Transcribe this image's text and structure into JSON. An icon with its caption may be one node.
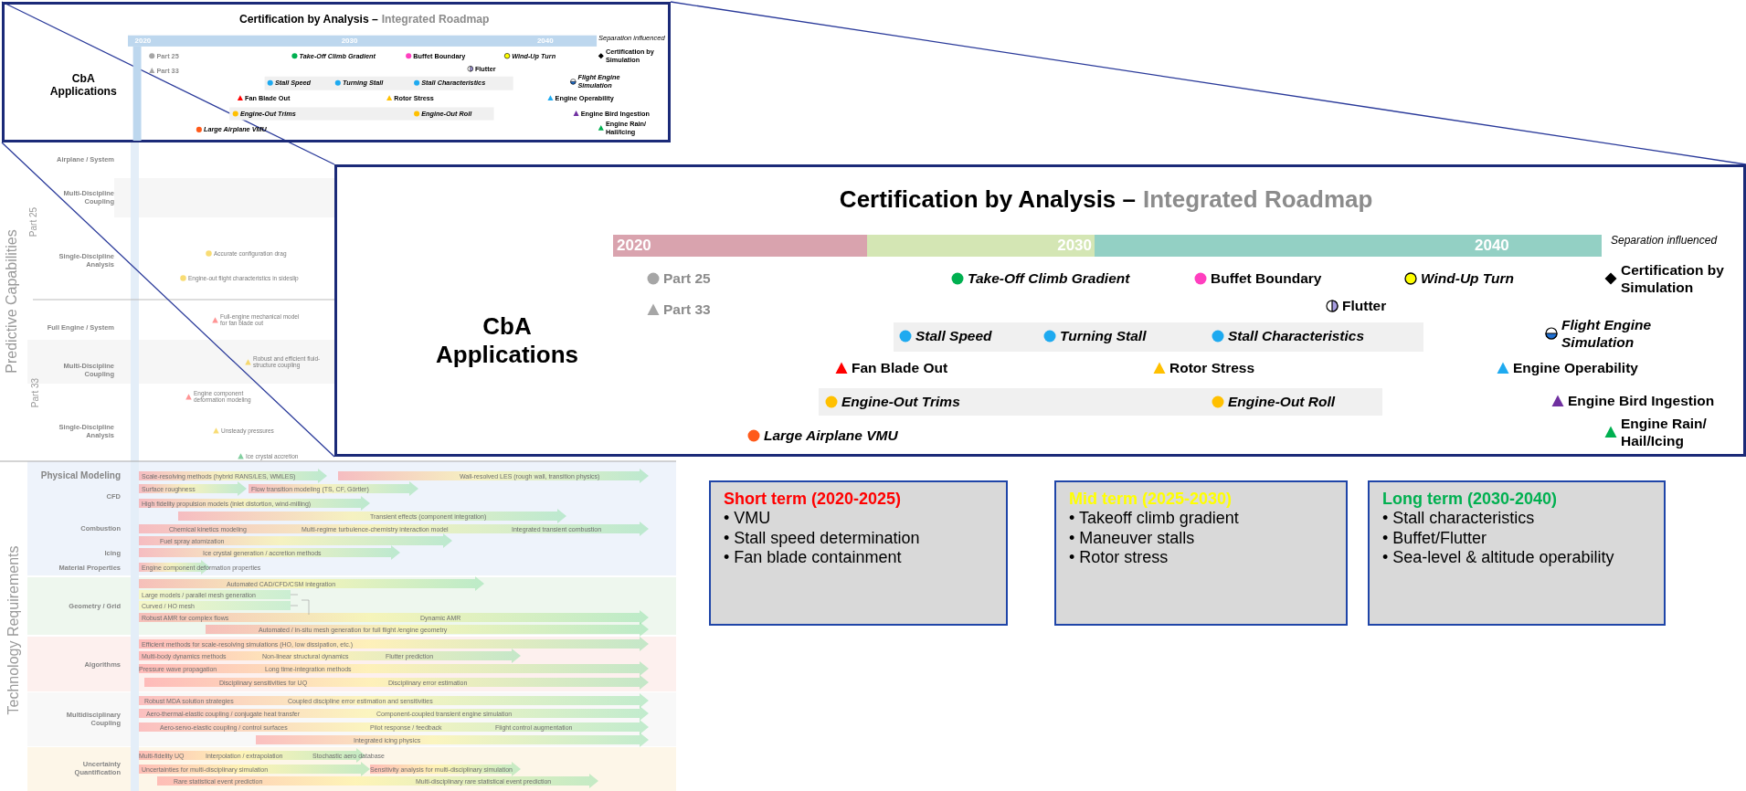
{
  "diagram": {
    "nodes": [
      {
        "text": [
          "Certification by Analysis –",
          "Integrated Roadmap",
          "2020",
          "2030",
          "2040",
          "Separation influenced",
          "CbA Applications",
          "Part 25",
          "Part 33",
          "Take-Off Climb Gradient",
          "Buffet Boundary",
          "Wind-Up Turn",
          "Certification by Simulation",
          "Flutter",
          "Stall Speed",
          "Turning Stall",
          "Stall Characteristics",
          "Flight Engine Simulation",
          "Fan Blade Out",
          "Rotor Stress",
          "Engine Operability",
          "Engine-Out Trims",
          "Engine-Out Roll",
          "Engine Bird Ingestion",
          "Large Airplane VMU",
          "Engine Rain/ Hail/Icing"
        ]
      },
      {
        "text": [
          "Certification by Analysis –",
          "Integrated Roadmap",
          "2020",
          "2030",
          "2040",
          "Separation influenced",
          "CbA Applications",
          "Part 25",
          "Part 33",
          "Take-Off Climb Gradient",
          "Buffet Boundary",
          "Wind-Up Turn",
          "Certification by Simulation",
          "Flutter",
          "Stall Speed",
          "Turning Stall",
          "Stall Characteristics",
          "Flight Engine Simulation",
          "Fan Blade Out",
          "Rotor Stress",
          "Engine Operability",
          "Engine-Out Trims",
          "Engine-Out Roll",
          "Engine Bird Ingestion",
          "Large Airplane VMU",
          "Engine Rain/ Hail/Icing"
        ]
      },
      {
        "text": [
          "Short term (2020-2025)",
          "• VMU",
          "• Stall speed determination",
          "• Fan blade containment"
        ]
      },
      {
        "text": [
          "Mid term (2025-2030)",
          "• Takeoff climb gradient",
          "• Maneuver stalls",
          "• Rotor stress"
        ]
      },
      {
        "text": [
          "Long term (2030-2040)",
          "• Stall characteristics",
          "• Buffet/Flutter",
          "• Sea-level & altitude operability"
        ]
      }
    ],
    "edges": [
      {
        "from": 0,
        "to": 1,
        "arrow": "none"
      },
      {
        "from": 0,
        "to": 1,
        "arrow": "none"
      },
      {
        "from": 0,
        "to": 1,
        "arrow": "none"
      }
    ],
    "labels": [
      "Predictive Capabilities",
      "Part 25",
      "Part 33",
      "Airplane / System",
      "Multi-Discipline Coupling",
      "Single-Discipline Analysis",
      "Accurate configuration drag",
      "Engine-out flight characteristics in sideslip",
      "Full Engine / System",
      "Full-engine mechanical model for fan blade out",
      "Multi-Discipline Coupling",
      "Robust and efficient fluid-structure coupling",
      "Engine component deformation modeling",
      "Single-Discipline Analysis",
      "Unsteady pressures",
      "Ice crystal accretion",
      "Technology Requirements",
      "Physical Modeling",
      "Scale-resolving methods (hybrid RANS/LES, WMLES)",
      "Wall-resolved LES (rough wall, transition physics)",
      "CFD",
      "Surface roughness",
      "Flow transition modeling (TS, CF, Görtler)",
      "High fidelity propulsion models (inlet distortion, wind-milling)",
      "Transient effects (component integration)",
      "Combustion",
      "Chemical kinetics modeling",
      "Multi-regime turbulence-chemistry interaction model",
      "Integrated transient combustion",
      "Fuel spray atomization",
      "Icing",
      "Ice crystal generation / accretion methods",
      "Material Properties",
      "Engine component deformation properties",
      "Automated CAD/CFD/CSM integration",
      "Geometry / Grid",
      "Large models / parallel mesh generation",
      "Curved / HO mesh",
      "Robust AMR for complex flows",
      "Dynamic AMR",
      "Automated / in-situ mesh generation for full flight /engine geometry",
      "Efficient methods for scale-resolving simulations (HO, low dissipation, etc.)",
      "Algorithms",
      "Multi-body dynamics methods",
      "Non-linear structural dynamics",
      "Flutter prediction",
      "Pressure wave propagation",
      "Long time-integration methods",
      "Disciplinary sensitivities for UQ",
      "Disciplinary error estimation",
      "Robust MDA solution strategies",
      "Coupled discipline error estimation and sensitivities",
      "Multidisciplinary Coupling",
      "Aero-thermal-elastic coupling / conjugate heat transfer",
      "Component-coupled transient engine simulation",
      "Aero-servo-elastic coupling / control surfaces",
      "Pilot response / feedback",
      "Flight control augmentation",
      "Integrated icing physics",
      "Multi-fidelity UQ",
      "Interpolation / extrapolation",
      "Stochastic aero database",
      "Uncertainty Quantification",
      "Uncertainties for multi-disciplinary simulation",
      "Sensitivity analysis for multi-disciplinary simulation",
      "Rare statistical event prediction",
      "Multi-disciplinary rare statistical event prediction"
    ]
  }
}
